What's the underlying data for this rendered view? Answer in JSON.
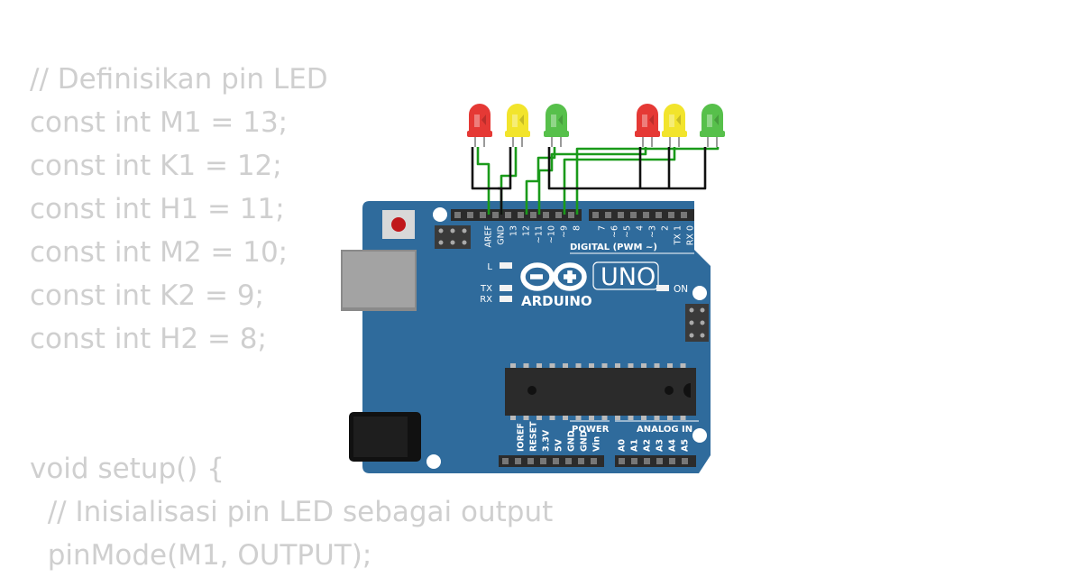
{
  "code_lines": [
    "// Definisikan pin LED",
    "const int M1 = 13;",
    "const int K1 = 12;",
    "const int H1 = 11;",
    "const int M2 = 10;",
    "const int K2 = 9;",
    "const int H2 = 8;",
    "",
    "",
    "void setup() {",
    "  // Inisialisasi pin LED sebagai output",
    "  pinMode(M1, OUTPUT);"
  ],
  "board": {
    "digital_pin_labels": [
      "AREF",
      "GND",
      "13",
      "12",
      "~11",
      "~10",
      "~9",
      "8",
      "7",
      "~6",
      "~5",
      "4",
      "~3",
      "2",
      "TX 1",
      "RX 0"
    ],
    "digital_header": "DIGITAL (PWM ~)",
    "led_l": "L",
    "led_tx": "TX",
    "led_rx": "RX",
    "brand": "ARDUINO",
    "model": "UNO",
    "led_on": "ON",
    "power_header": "POWER",
    "analog_header": "ANALOG IN",
    "power_pins": [
      "IOREF",
      "RESET",
      "3.3V",
      "5V",
      "GND",
      "GND",
      "Vin"
    ],
    "analog_pins": [
      "A0",
      "A1",
      "A2",
      "A3",
      "A4",
      "A5"
    ],
    "color": "#2f6b9c"
  },
  "leds": [
    {
      "color": "red",
      "hex": "#e53935"
    },
    {
      "color": "yellow",
      "hex": "#f2e42c"
    },
    {
      "color": "green",
      "hex": "#57c04b"
    },
    {
      "color": "red",
      "hex": "#e53935"
    },
    {
      "color": "yellow",
      "hex": "#f2e42c"
    },
    {
      "color": "green",
      "hex": "#57c04b"
    }
  ],
  "wire_colors": {
    "signal": "#1a9a1a",
    "ground": "#111111"
  }
}
